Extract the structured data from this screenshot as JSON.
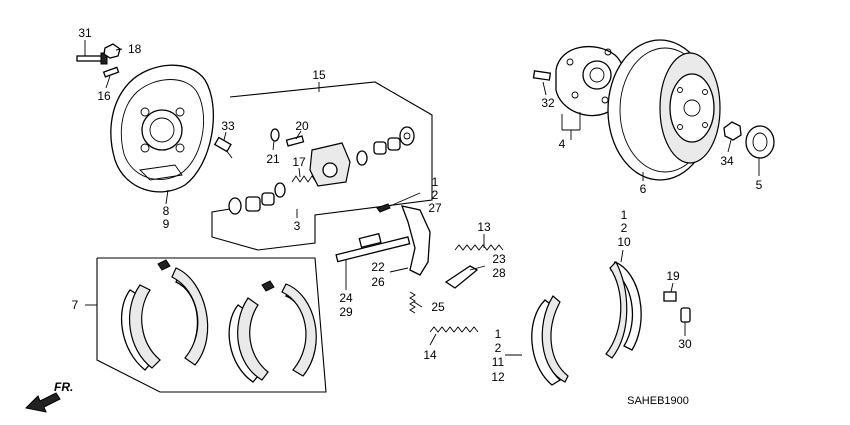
{
  "diagram_code": "SAHEB1900",
  "direction_label": "FR.",
  "callouts": [
    {
      "id": "c31",
      "text": "31"
    },
    {
      "id": "c18",
      "text": "18"
    },
    {
      "id": "c16",
      "text": "16"
    },
    {
      "id": "c33",
      "text": "33"
    },
    {
      "id": "c8",
      "text": "8"
    },
    {
      "id": "c9",
      "text": "9"
    },
    {
      "id": "c15",
      "text": "15"
    },
    {
      "id": "c20",
      "text": "20"
    },
    {
      "id": "c21",
      "text": "21"
    },
    {
      "id": "c17",
      "text": "17"
    },
    {
      "id": "c3",
      "text": "3"
    },
    {
      "id": "c1a",
      "text": "1"
    },
    {
      "id": "c2a",
      "text": "2"
    },
    {
      "id": "c27",
      "text": "27"
    },
    {
      "id": "c13",
      "text": "13"
    },
    {
      "id": "c22",
      "text": "22"
    },
    {
      "id": "c26",
      "text": "26"
    },
    {
      "id": "c23",
      "text": "23"
    },
    {
      "id": "c28",
      "text": "28"
    },
    {
      "id": "c24",
      "text": "24"
    },
    {
      "id": "c29",
      "text": "29"
    },
    {
      "id": "c25",
      "text": "25"
    },
    {
      "id": "c14",
      "text": "14"
    },
    {
      "id": "c7",
      "text": "7"
    },
    {
      "id": "c32",
      "text": "32"
    },
    {
      "id": "c4",
      "text": "4"
    },
    {
      "id": "c6",
      "text": "6"
    },
    {
      "id": "c34",
      "text": "34"
    },
    {
      "id": "c5",
      "text": "5"
    },
    {
      "id": "c1b",
      "text": "1"
    },
    {
      "id": "c2b",
      "text": "2"
    },
    {
      "id": "c10",
      "text": "10"
    },
    {
      "id": "c19",
      "text": "19"
    },
    {
      "id": "c30",
      "text": "30"
    },
    {
      "id": "c1c",
      "text": "1"
    },
    {
      "id": "c2c",
      "text": "2"
    },
    {
      "id": "c11",
      "text": "11"
    },
    {
      "id": "c12",
      "text": "12"
    }
  ]
}
